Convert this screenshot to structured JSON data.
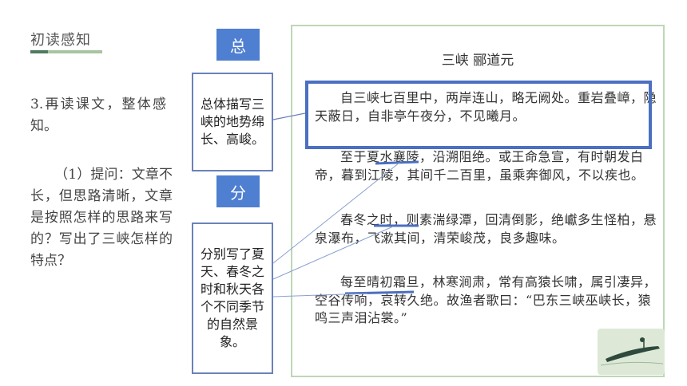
{
  "slide": {
    "section_title": "初读感知",
    "question3": "3.再读课文，整体感知。",
    "question1_label": "（1）",
    "question1": "提问：文章不长，但思路清晰，文章是按照怎样的思路来写的？写出了三峡怎样的特点？"
  },
  "tags": {
    "zong": "总",
    "fen": "分"
  },
  "notes": {
    "note1": "总体描写三峡的地势绵长、高峻。",
    "note2": "分别写了夏天、春冬之时和秋天各个不同季节的自然景象。"
  },
  "passage": {
    "title": "三峡 郦道元",
    "paragraphs": [
      "自三峡七百里中，两岸连山，略无阙处。重岩叠嶂，隐天蔽日，自非亭午夜分，不见曦月。",
      "至于夏水襄陵，沿溯阻绝。或王命急宣，有时朝发白帝，暮到江陵，其间千二百里，虽乘奔御风，不以疾也。",
      "春冬之时，则素湍绿潭，回清倒影，绝巘多生怪柏，悬泉瀑布，飞漱其间，清荣峻茂，良多趣味。",
      "每至晴初霜旦，林寒涧肃，常有高猿长啸，属引凄异，空谷传响，哀转久绝。故渔者歌曰：“巴东三峡巫峡长，猿鸣三声泪沾裳。”"
    ]
  },
  "colors": {
    "accent_blue": "#4f7fd0",
    "highlight_border": "#4b6fc1",
    "passage_border": "#bed7b5",
    "title_bar": "#4f7b5d"
  },
  "icons": {
    "decor": "boat-illustration-icon"
  }
}
